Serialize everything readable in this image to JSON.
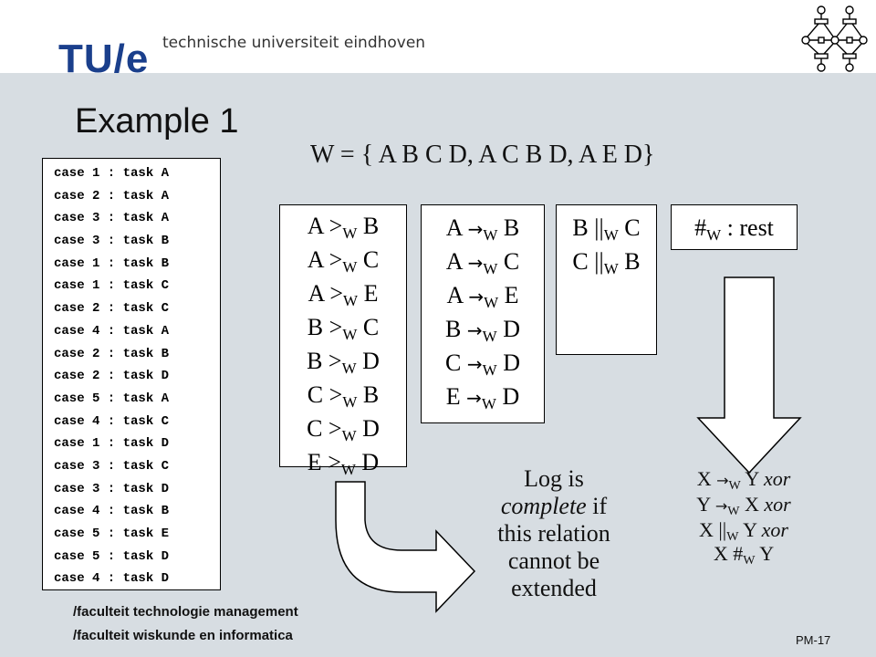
{
  "header": {
    "logo_text": "TU/e",
    "university": "technische universiteit eindhoven",
    "logo_graphic": "petri-net-icon"
  },
  "slide": {
    "title": "Example 1",
    "formula": "W = { A B C D, A C B D, A E D}"
  },
  "event_log": [
    "case 1 : task A",
    "case 2 : task A",
    "case 3 : task A",
    "case 3 : task B",
    "case 1 : task B",
    "case 1 : task C",
    "case 2 : task C",
    "case 4 : task A",
    "case 2 : task B",
    "case 2 : task D",
    "case 5 : task A",
    "case 4 : task C",
    "case 1 : task D",
    "case 3 : task C",
    "case 3 : task D",
    "case 4 : task B",
    "case 5 : task E",
    "case 5 : task D",
    "case 4 : task D"
  ],
  "subscript": "W",
  "follows_symbol": ">",
  "causal_symbol": "→",
  "parallel_symbol": "||",
  "choice_symbol": "#",
  "relations": {
    "follows": [
      {
        "a": "A",
        "b": "B"
      },
      {
        "a": "A",
        "b": "C"
      },
      {
        "a": "A",
        "b": "E"
      },
      {
        "a": "B",
        "b": "C"
      },
      {
        "a": "B",
        "b": "D"
      },
      {
        "a": "C",
        "b": "B"
      },
      {
        "a": "C",
        "b": "D"
      },
      {
        "a": "E",
        "b": "D"
      }
    ],
    "causal": [
      {
        "a": "A",
        "b": "B"
      },
      {
        "a": "A",
        "b": "C"
      },
      {
        "a": "A",
        "b": "E"
      },
      {
        "a": "B",
        "b": "D"
      },
      {
        "a": "C",
        "b": "D"
      },
      {
        "a": "E",
        "b": "D"
      }
    ],
    "parallel": [
      {
        "a": "B",
        "b": "C"
      },
      {
        "a": "C",
        "b": "B"
      }
    ],
    "choice_text": ": rest"
  },
  "note": {
    "line1": "Log is",
    "line2": "complete",
    "line2_rest": " if",
    "line3": "this relation",
    "line4": "cannot be",
    "line5": "extended"
  },
  "xor_rules": [
    {
      "a": "X",
      "sym": "→",
      "b": "Y",
      "tag": "xor"
    },
    {
      "a": "Y",
      "sym": "→",
      "b": "X",
      "tag": "xor"
    },
    {
      "a": "X",
      "sym": "||",
      "b": "Y",
      "tag": "xor"
    },
    {
      "a": "X",
      "sym": "#",
      "b": "Y",
      "tag": ""
    }
  ],
  "footer": {
    "line1": "/faculteit technologie management",
    "line2": "/faculteit wiskunde en informatica",
    "page": "PM-17"
  },
  "colors": {
    "background": "#d7dde2",
    "logo_blue": "#1a3f8c"
  }
}
